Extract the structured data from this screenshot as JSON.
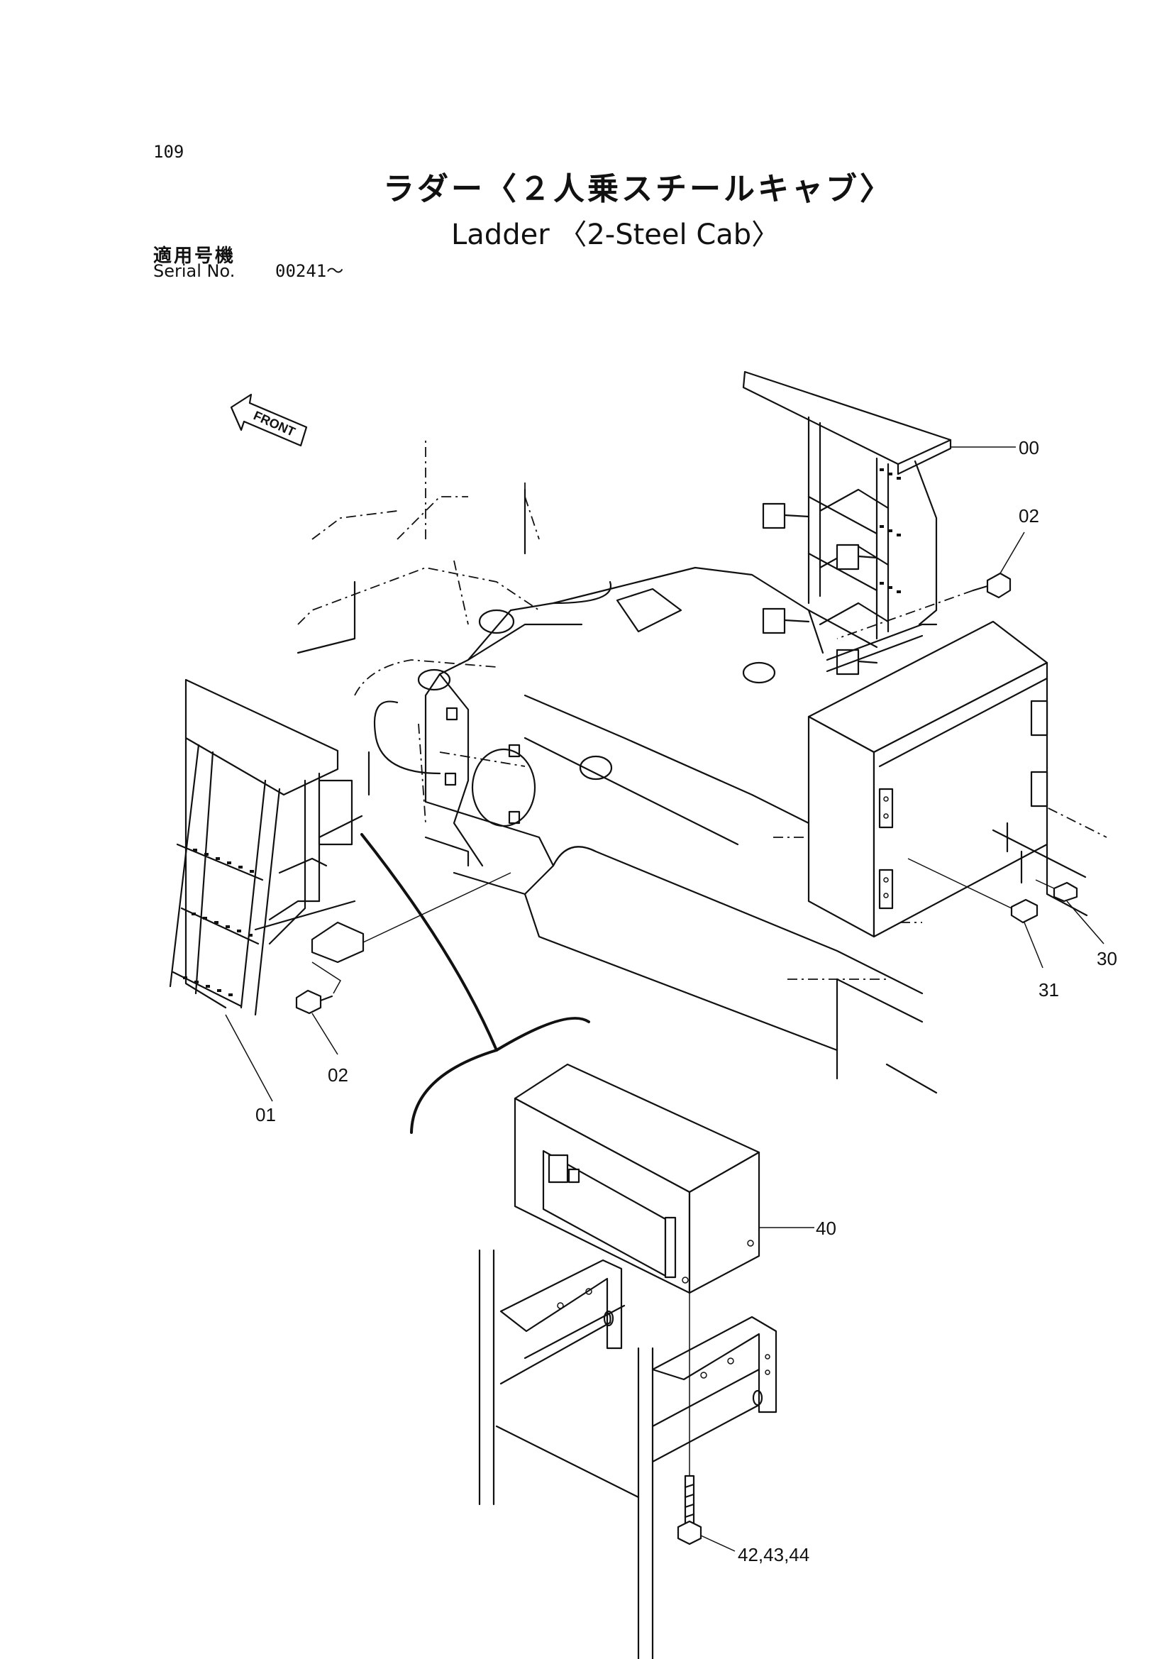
{
  "page_number": "109",
  "title": {
    "ja": "ラダー〈２人乗スチールキャブ〉",
    "en": "Ladder 〈2-Steel Cab〉"
  },
  "serial": {
    "label_ja": "適用号機",
    "label_en": "Serial No.",
    "value": "00241～"
  },
  "direction_label": "FRONT",
  "callouts": {
    "c00": "00",
    "c02a": "02",
    "c02b": "02",
    "c01": "01",
    "c30": "30",
    "c31": "31",
    "c40": "40",
    "c424344": "42,43,44"
  }
}
